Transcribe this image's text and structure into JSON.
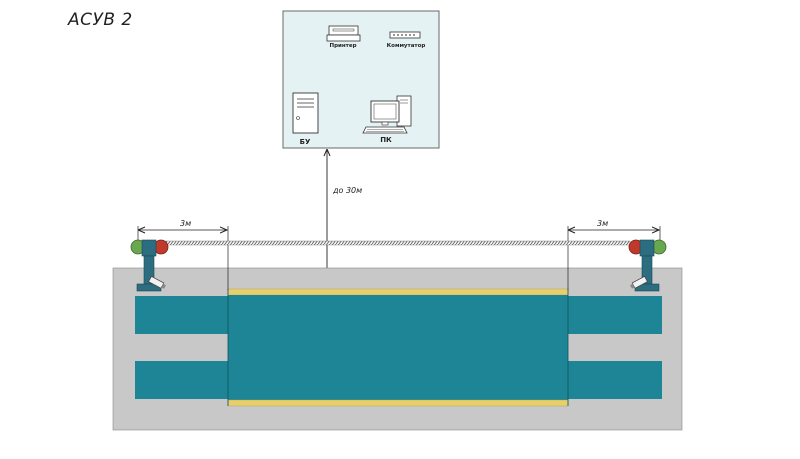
{
  "title": "АСУВ 2",
  "control_room": {
    "printer_label": "Принтер",
    "switch_label": "Коммутатор",
    "control_unit_label": "БУ",
    "pc_label": "ПК"
  },
  "cable_distance_label": "до 30м",
  "left_dimension_label": "3м",
  "right_dimension_label": "3м",
  "colors": {
    "room_fill": "#e4f2f4",
    "platform": "#1e8596",
    "pit": "#c8c8c8",
    "strip": "#e6cf6c",
    "post": "#2c6d80",
    "lamp_green": "#6aa84f",
    "lamp_red": "#c0392b"
  }
}
